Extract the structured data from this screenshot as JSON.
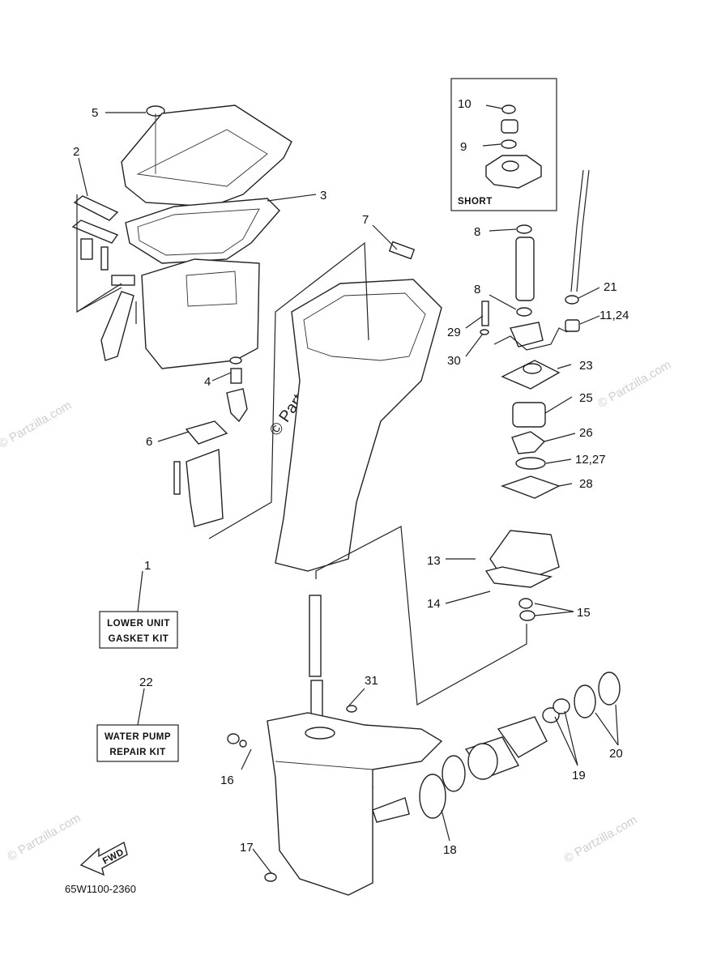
{
  "diagram_code": "65W1100-2360",
  "watermark": "© Partzilla.com",
  "short_box_label": "SHORT",
  "fwd_label": "FWD",
  "kits": {
    "gasket_kit_line1": "LOWER UNIT",
    "gasket_kit_line2": "GASKET KIT",
    "repair_kit_line1": "WATER PUMP",
    "repair_kit_line2": "REPAIR KIT"
  },
  "callouts": {
    "c1": "1",
    "c2": "2",
    "c3": "3",
    "c4": "4",
    "c5": "5",
    "c6": "6",
    "c7": "7",
    "c8a": "8",
    "c8b": "8",
    "c9": "9",
    "c10": "10",
    "c11_24": "11,24",
    "c12_27": "12,27",
    "c13": "13",
    "c14": "14",
    "c15": "15",
    "c16": "16",
    "c17": "17",
    "c18": "18",
    "c19": "19",
    "c20": "20",
    "c21": "21",
    "c22": "22",
    "c23": "23",
    "c25": "25",
    "c26": "26",
    "c28": "28",
    "c29": "29",
    "c30": "30",
    "c31": "31"
  }
}
